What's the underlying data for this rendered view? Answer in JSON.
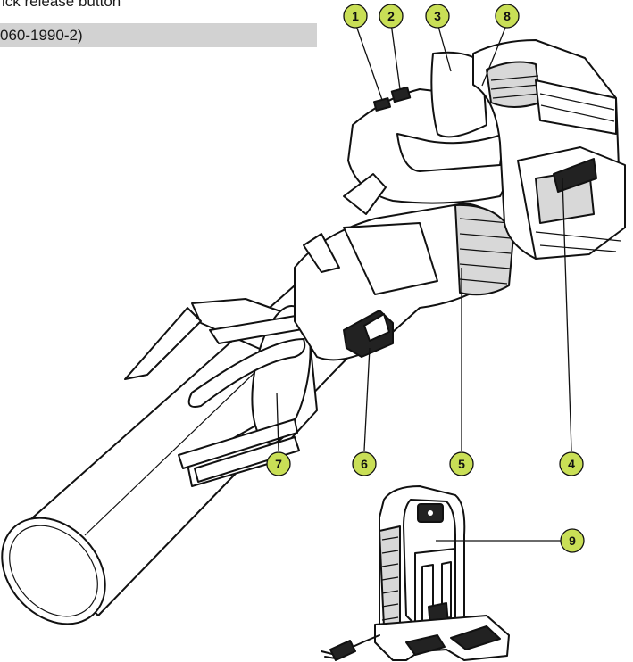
{
  "caption": {
    "line1": "ick release button",
    "line2": "060-1990-2)"
  },
  "callouts": [
    "1",
    "2",
    "3",
    "8",
    "4",
    "5",
    "6",
    "7",
    "9"
  ],
  "colors": {
    "callout_fill": "#c9df56",
    "caption_band": "#d2d2d2"
  }
}
